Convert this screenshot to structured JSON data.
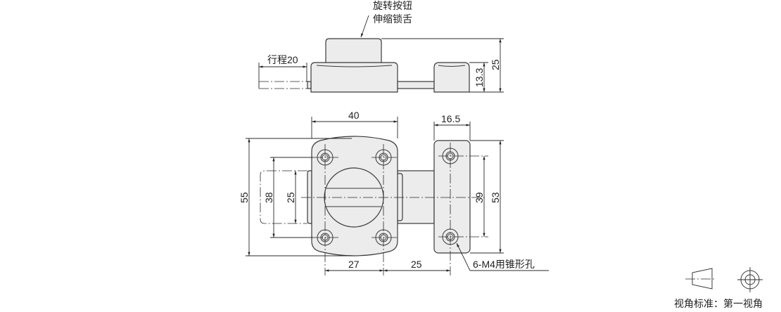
{
  "top_view": {
    "knob_label_line1": "旋转按钮",
    "knob_label_line2": "伸缩锁舌",
    "stroke_label": "行程20",
    "dim_height_total": "25",
    "dim_keeper_height": "13.3"
  },
  "front_view": {
    "dim_plate_width": "40",
    "dim_keeper_width": "16.5",
    "dim_plate_height": "55",
    "dim_hole_pitch_v": "38",
    "dim_bolt_height": "25",
    "dim_keeper_hole_pitch": "39",
    "dim_keeper_height": "53",
    "dim_hole_to_center": "27",
    "dim_center_to_keeper_hole": "25",
    "hole_note": "6-M4用锥形孔"
  },
  "projection_legend": {
    "label": "视角标准：第一视角"
  }
}
